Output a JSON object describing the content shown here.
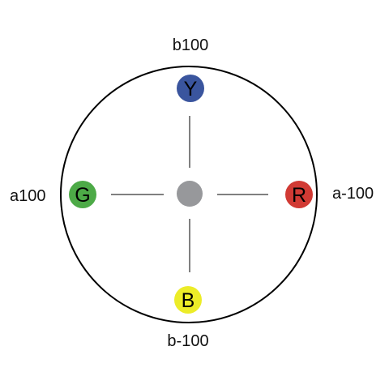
{
  "diagram": {
    "labels": {
      "top": "b100",
      "bottom": "b-100",
      "left": "a100",
      "right": "a-100"
    },
    "nodes": {
      "top": {
        "letter": "Y",
        "color": "#3a559e"
      },
      "bottom": {
        "letter": "B",
        "color": "#ecec28"
      },
      "left": {
        "letter": "G",
        "color": "#4daa47"
      },
      "right": {
        "letter": "R",
        "color": "#d13a34"
      },
      "center": {
        "color": "#97989b"
      }
    },
    "outline_color": "#000000"
  }
}
